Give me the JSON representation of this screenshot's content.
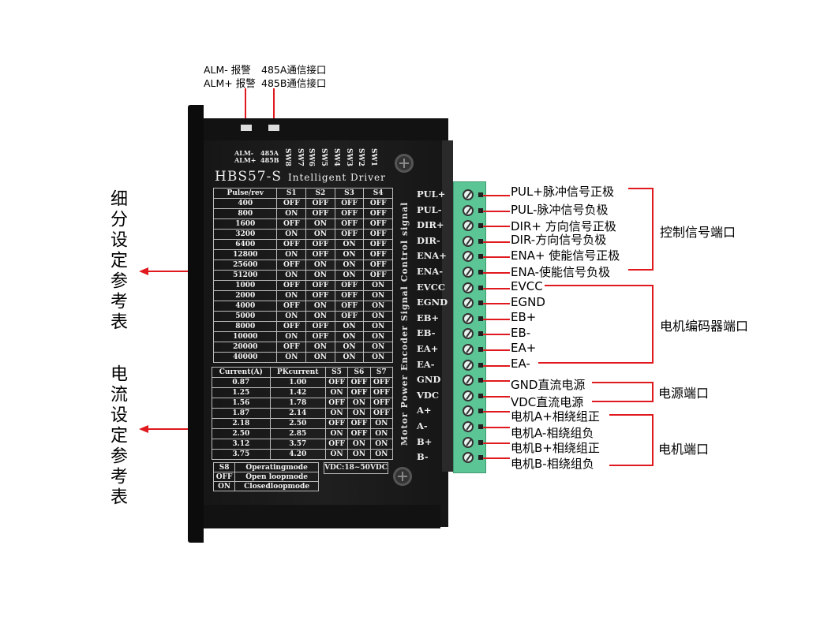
{
  "top_labels": {
    "alm_minus": "ALM- 报警",
    "alm_plus": "ALM+ 报警",
    "rs485a": "485A通信接口",
    "rs485b": "485B通信接口"
  },
  "side_labels": {
    "microstep": "细分设定参考表",
    "current": "电流设定参考表"
  },
  "driver": {
    "model": "HBS57-S",
    "subtitle": "Intelligent Driver",
    "top_pins": [
      "ALM-",
      "ALM+",
      "485A",
      "485B",
      "SW8",
      "SW7",
      "SW6",
      "SW5",
      "SW4",
      "SW3",
      "SW2",
      "SW1"
    ],
    "vertical_text": "Motor  Power Encoder Signal Control signal",
    "pin_labels": [
      "PUL+",
      "PUL-",
      "DIR+",
      "DIR-",
      "ENA+",
      "ENA-",
      "EVCC",
      "EGND",
      "EB+",
      "EB-",
      "EA+",
      "EA-",
      "GND",
      "VDC",
      "A+",
      "A-",
      "B+",
      "B-"
    ],
    "microstep_table": {
      "headers": [
        "Pulse/rev",
        "S1",
        "S2",
        "S3",
        "S4"
      ],
      "rows": [
        [
          "400",
          "OFF",
          "OFF",
          "OFF",
          "OFF"
        ],
        [
          "800",
          "ON",
          "OFF",
          "OFF",
          "OFF"
        ],
        [
          "1600",
          "OFF",
          "ON",
          "OFF",
          "OFF"
        ],
        [
          "3200",
          "ON",
          "ON",
          "OFF",
          "OFF"
        ],
        [
          "6400",
          "OFF",
          "OFF",
          "ON",
          "OFF"
        ],
        [
          "12800",
          "ON",
          "OFF",
          "ON",
          "OFF"
        ],
        [
          "25600",
          "OFF",
          "ON",
          "ON",
          "OFF"
        ],
        [
          "51200",
          "ON",
          "ON",
          "ON",
          "OFF"
        ],
        [
          "1000",
          "OFF",
          "OFF",
          "OFF",
          "ON"
        ],
        [
          "2000",
          "ON",
          "OFF",
          "OFF",
          "ON"
        ],
        [
          "4000",
          "OFF",
          "ON",
          "OFF",
          "ON"
        ],
        [
          "5000",
          "ON",
          "ON",
          "OFF",
          "ON"
        ],
        [
          "8000",
          "OFF",
          "OFF",
          "ON",
          "ON"
        ],
        [
          "10000",
          "ON",
          "OFF",
          "ON",
          "ON"
        ],
        [
          "20000",
          "OFF",
          "ON",
          "ON",
          "ON"
        ],
        [
          "40000",
          "ON",
          "ON",
          "ON",
          "ON"
        ]
      ]
    },
    "current_table": {
      "headers": [
        "Current(A)",
        "PKcurrent",
        "S5",
        "S6",
        "S7"
      ],
      "rows": [
        [
          "0.87",
          "1.00",
          "OFF",
          "OFF",
          "OFF"
        ],
        [
          "1.25",
          "1.42",
          "ON",
          "OFF",
          "OFF"
        ],
        [
          "1.56",
          "1.78",
          "OFF",
          "ON",
          "OFF"
        ],
        [
          "1.87",
          "2.14",
          "ON",
          "ON",
          "OFF"
        ],
        [
          "2.18",
          "2.50",
          "OFF",
          "OFF",
          "ON"
        ],
        [
          "2.50",
          "2.85",
          "ON",
          "OFF",
          "ON"
        ],
        [
          "3.12",
          "3.57",
          "OFF",
          "ON",
          "ON"
        ],
        [
          "3.75",
          "4.20",
          "ON",
          "ON",
          "ON"
        ]
      ]
    },
    "mode_table": {
      "headers": [
        "S8",
        "Operatingmode"
      ],
      "rows": [
        [
          "OFF",
          "Open loopmode"
        ],
        [
          "ON",
          "Closedloopmode"
        ]
      ]
    },
    "vdc_range": "VDC:18~50VDC"
  },
  "terminal_labels": [
    "PUL+脉冲信号正极",
    "PUL-脉冲信号负极",
    "DIR+ 方向信号正极",
    "DIR-方向信号负极",
    "ENA+ 使能信号正极",
    "ENA-使能信号负极",
    "EVCC",
    "EGND",
    "EB+",
    "EB-",
    "EA+",
    "EA-",
    "GND直流电源",
    "VDC直流电源",
    "电机A+相绕组正",
    "电机A-相绕组负",
    "电机B+相绕组正",
    "电机B-相绕组负"
  ],
  "groups": {
    "control": "控制信号端口",
    "encoder": "电机编码器端口",
    "power": "电源端口",
    "motor": "电机端口"
  },
  "colors": {
    "callout_line": "#e0191e",
    "terminal_block": "#5cc596",
    "driver_body": "#1a1a1a"
  }
}
